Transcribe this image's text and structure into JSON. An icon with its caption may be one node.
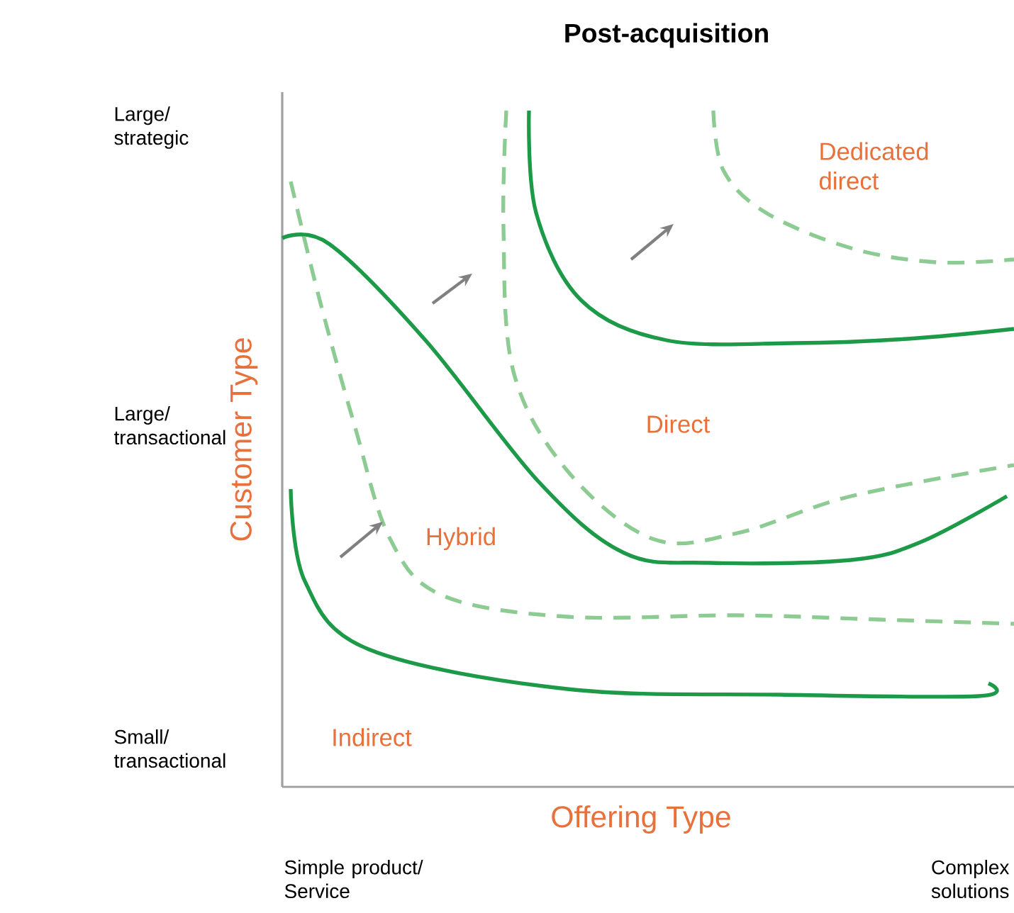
{
  "diagram": {
    "title": "Post-acquisition",
    "labels": [
      "Large/ strategic",
      "Large/ transactional",
      "Small/ transactional",
      "Customer Type",
      "Dedicated direct",
      "Direct",
      "Hybrid",
      "Indirect",
      "Offering Type",
      "Simple product/ Service",
      "Complex solutions"
    ]
  }
}
